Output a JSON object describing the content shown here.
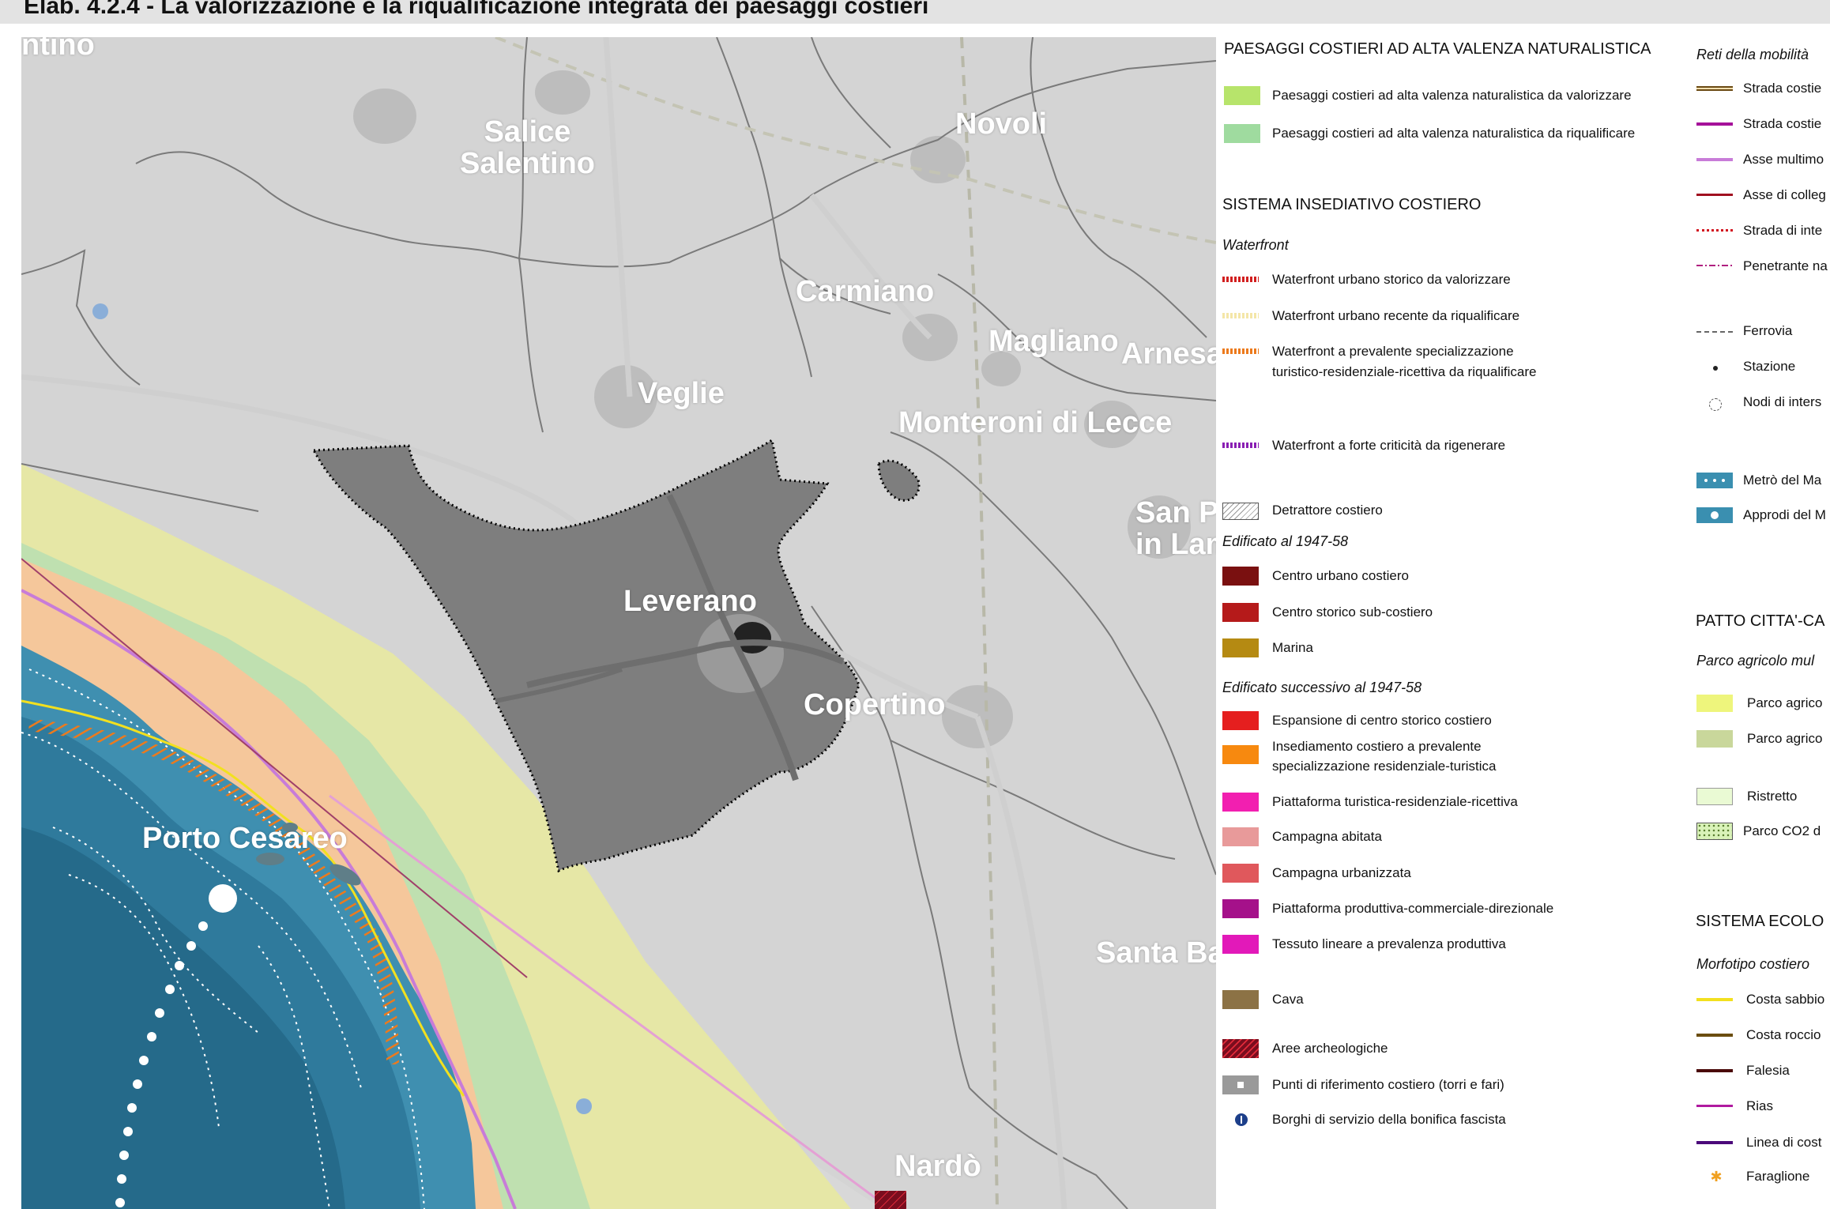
{
  "title": "Elab. 4.2.4 - La valorizzazione e la riqualificazione integrata dei paesaggi costieri",
  "map": {
    "places": [
      {
        "name": "Salice\nSalentino",
        "kind": "big"
      },
      {
        "name": "Novoli",
        "kind": "big"
      },
      {
        "name": "Carmiano",
        "kind": "big"
      },
      {
        "name": "Magliano",
        "kind": "big"
      },
      {
        "name": "Arnesano",
        "kind": "big"
      },
      {
        "name": "Veglie",
        "kind": "big"
      },
      {
        "name": "Monteroni di Lecce",
        "kind": "big"
      },
      {
        "name": "San Pietro\nin Lama",
        "kind": "big"
      },
      {
        "name": "Leverano",
        "kind": "big"
      },
      {
        "name": "Copertino",
        "kind": "big"
      },
      {
        "name": "Porto Cesareo",
        "kind": "big"
      },
      {
        "name": "Santa Barbara",
        "kind": "big"
      },
      {
        "name": "Nardò",
        "kind": "big"
      },
      {
        "name": "ntino",
        "kind": "big"
      }
    ]
  },
  "legend": {
    "col1": {
      "heading1": "PAESAGGI COSTIERI AD ALTA VALENZA NATURALISTICA",
      "items1": [
        {
          "label": "Paesaggi costieri ad alta valenza naturalistica da valorizzare",
          "color": "#b7e46b"
        },
        {
          "label": "Paesaggi costieri ad alta valenza naturalistica da riqualificare",
          "color": "#9fdb9f"
        }
      ],
      "heading2": "SISTEMA INSEDIATIVO COSTIERO",
      "sub_waterfront": "Waterfront",
      "waterfront": [
        {
          "label": "Waterfront urbano storico da valorizzare",
          "color": "#d21f1f"
        },
        {
          "label": "Waterfront urbano recente da riqualificare",
          "color": "#f4e6a8"
        },
        {
          "label": "Waterfront a prevalente specializzazione",
          "label2": "turistico-residenziale-ricettiva da riqualificare",
          "color": "#ec7a1d"
        },
        {
          "label": "Waterfront a forte criticità da rigenerare",
          "color": "#8a1fb3"
        }
      ],
      "detrattore": "Detrattore costiero",
      "sub_edificato": "Edificato al 1947-58",
      "edificato": [
        {
          "label": "Centro urbano costiero",
          "color": "#7a1010"
        },
        {
          "label": "Centro storico sub-costiero",
          "color": "#b51a1a"
        },
        {
          "label": "Marina",
          "color": "#b58a12"
        }
      ],
      "sub_successivo": "Edificato successivo  al 1947-58",
      "successivo": [
        {
          "label": "Espansione di centro storico costiero",
          "color": "#e51f1f"
        },
        {
          "label": "Insediamento costiero a prevalente",
          "label2": "specializzazione residenziale-turistica",
          "color": "#f7890f"
        },
        {
          "label": "Piattaforma turistica-residenziale-ricettiva",
          "color": "#f21fb0"
        },
        {
          "label": "Campagna abitata",
          "color": "#e89a9a"
        },
        {
          "label": "Campagna urbanizzata",
          "color": "#e0585c"
        },
        {
          "label": "Piattaforma produttiva-commerciale-direzionale",
          "color": "#a5118a"
        },
        {
          "label": "Tessuto lineare a prevalenza produttiva",
          "color": "#e219b9"
        }
      ],
      "cava": {
        "label": "Cava",
        "color": "#8c7245"
      },
      "aree": "Aree archeologiche",
      "punti": "Punti di riferimento costiero (torri e fari)",
      "borghi": "Borghi di servizio della bonifica fascista"
    },
    "col2": {
      "sub_reti": "Reti della mobilità",
      "reti": [
        {
          "label": "Strada costie",
          "color": "#6b4a14",
          "style": "double"
        },
        {
          "label": "Strada costie",
          "color": "#a5119a",
          "style": "solid"
        },
        {
          "label": "Asse multimo",
          "color": "#c87cd8",
          "style": "solid"
        },
        {
          "label": "Asse di colleg",
          "color": "#a01020",
          "style": "solid"
        },
        {
          "label": "Strada  di inte",
          "color": "#d2131e",
          "style": "dotted"
        },
        {
          "label": "Penetrante na",
          "color": "#b02080",
          "style": "dashdot"
        }
      ],
      "ferrovia": "Ferrovia",
      "stazione": "Stazione",
      "nodi": "Nodi di inters",
      "metro": "Metrò del Ma",
      "approdi": "Approdi del M",
      "heading_patto": "PATTO CITTA'-CA",
      "sub_parco": "Parco agricolo mul",
      "parco": [
        {
          "label": "Parco agrico",
          "color": "#eef57c"
        },
        {
          "label": "Parco agrico",
          "color": "#c9d79b"
        }
      ],
      "ristretto": "Ristretto",
      "parco_co2": "Parco CO2 d",
      "heading_ecolo": "SISTEMA ECOLO",
      "sub_morfo": "Morfotipo costiero",
      "morfo": [
        {
          "label": "Costa sabbio",
          "color": "#f2e01f"
        },
        {
          "label": "Costa roccio",
          "color": "#6b4d10"
        },
        {
          "label": "Falesia",
          "color": "#4a0a0a"
        },
        {
          "label": "Rias",
          "color": "#b01aa0"
        },
        {
          "label": "Linea di cost",
          "color": "#4b0a7a"
        }
      ],
      "faraglione": "Faraglione"
    }
  }
}
